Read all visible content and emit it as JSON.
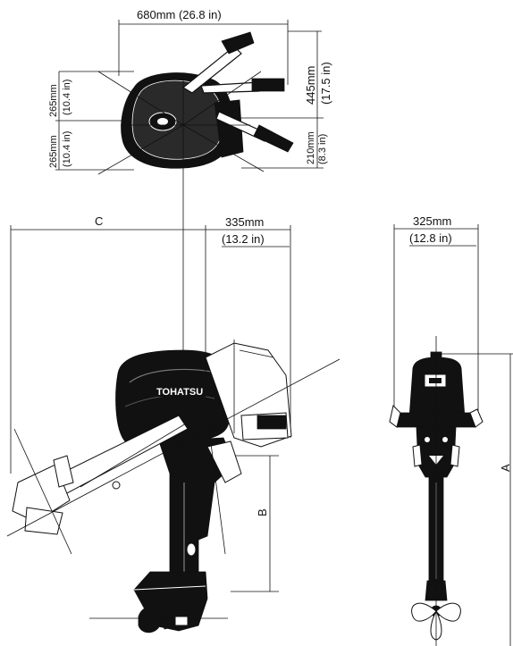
{
  "top_view": {
    "width": "680mm (26.8 in)",
    "depth_total": "445mm",
    "depth_total_in": "(17.5 in)",
    "depth_upper": "265mm",
    "depth_upper_in": "(10.4 in)",
    "depth_lower": "265mm",
    "depth_lower_in": "(10.4 in)",
    "depth_right": "210mm",
    "depth_right_in": "(8.3 in)"
  },
  "side_view": {
    "c_label": "C",
    "width_mm": "335mm",
    "width_in": "(13.2 in)",
    "b_label": "B",
    "logo": "TOHATSU"
  },
  "rear_view": {
    "width_mm": "325mm",
    "width_in": "(12.8 in)",
    "a_label": "A"
  }
}
